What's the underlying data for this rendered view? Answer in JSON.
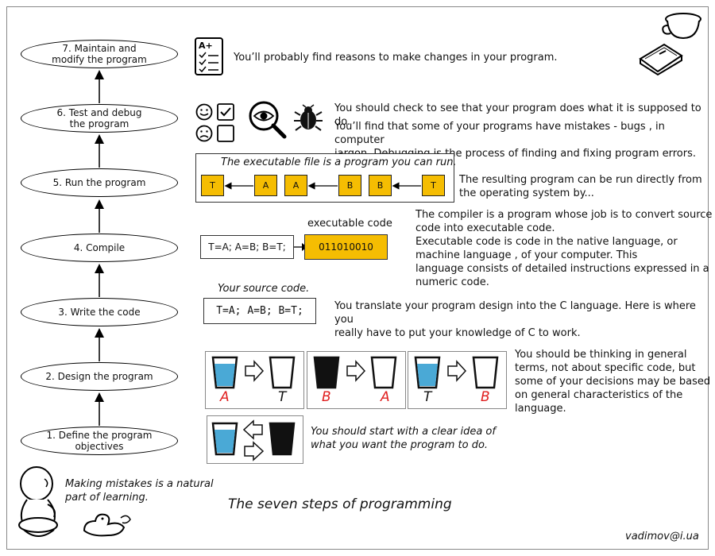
{
  "steps": [
    {
      "label": "1. Define the program objectives"
    },
    {
      "label": "2. Design the program"
    },
    {
      "label": "3. Write the code"
    },
    {
      "label": "4. Compile"
    },
    {
      "label": "5. Run the program"
    },
    {
      "label": "6. Test and debug\nthe program"
    },
    {
      "label": "7. Maintain and\nmodify the program"
    }
  ],
  "notes": {
    "step7": "You’ll probably find reasons to make changes in your program.",
    "step6_a": "You should check to see that your program does what it is supposed to do.",
    "step6_b": "You’ll find that some of your programs have mistakes - bugs , in computer\njargon. Debugging is the process of finding and fixing program errors.",
    "step5": "The resulting program can be run directly from\nthe operating system by...",
    "step4": "The compiler is a program whose job is to convert source\ncode into executable code.\nExecutable code is code in the native language, or\nmachine language , of your computer. This\nlanguage consists of detailed instructions expressed in a\nnumeric code.",
    "step3": "You translate your program design into the C language. Here is where you\nreally have to put your knowledge of C to work.",
    "step2": "You should be thinking in general\nterms, not about specific code, but\nsome of your decisions may be based\non general characteristics of the\nlanguage.",
    "step1": "You should start with a clear idea of\nwhat you want the program to do.",
    "mistakes": "Making mistakes is a natural\npart of learning."
  },
  "run_diagram": {
    "caption": "The executable file is a program you can run.",
    "cells": [
      "T",
      "A",
      "A",
      "B",
      "B",
      "T"
    ]
  },
  "compile_diagram": {
    "source": "T=A; A=B; B=T;",
    "exe_label": "executable code",
    "binary": "011010010"
  },
  "source_code": {
    "caption": "Your source code.",
    "code": "T=A;  A=B;  B=T;"
  },
  "glasses": {
    "labels": [
      "A",
      "T",
      "B",
      "A",
      "T",
      "B"
    ],
    "colors": {
      "blue": "#4aa9d6",
      "black": "#111111",
      "empty": "#ffffff",
      "red": "#e02020",
      "accent": "#f5bd02"
    }
  },
  "title": "The seven steps of programming",
  "email": "vadimov@i.ua",
  "icons": [
    "checklist-icon",
    "smiley-icon",
    "checkbox-icon",
    "magnifier-eye-icon",
    "bug-icon",
    "cup-icon",
    "book-icon",
    "child-icon",
    "duck-toy-icon"
  ]
}
